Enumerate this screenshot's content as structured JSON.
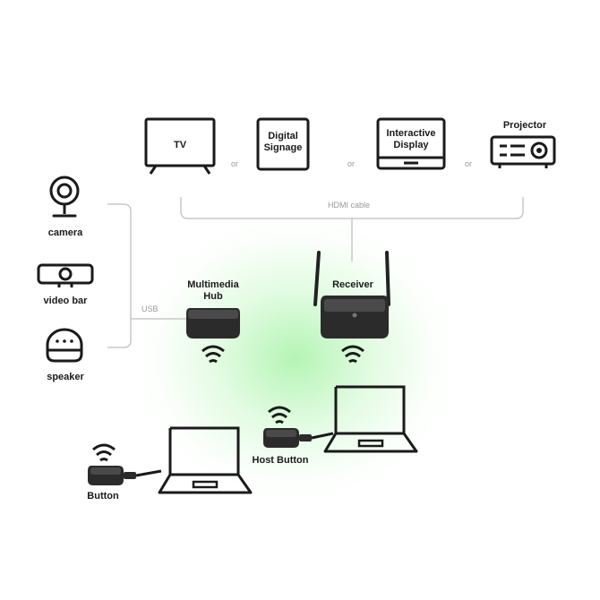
{
  "displays": [
    {
      "label": "TV",
      "icon": "tv-icon"
    },
    {
      "label": "Digital Signage",
      "icon": "digital-signage-icon"
    },
    {
      "label": "Interactive Display",
      "icon": "interactive-display-icon"
    },
    {
      "label": "Projector",
      "icon": "projector-icon"
    }
  ],
  "or_label": "or",
  "hdmi_label": "HDMI cable",
  "usb_label": "USB",
  "peripherals": [
    {
      "label": "camera",
      "icon": "camera-icon"
    },
    {
      "label": "video bar",
      "icon": "video-bar-icon"
    },
    {
      "label": "speaker",
      "icon": "speaker-icon"
    }
  ],
  "devices": {
    "hub_label_line1": "Multimedia",
    "hub_label_line2": "Hub",
    "receiver_label": "Receiver",
    "host_button_label": "Host Button",
    "button_label": "Button"
  },
  "colors": {
    "line_gray": "#c8c8c8",
    "icon_dark": "#1a1a1a",
    "glow_green": "#8fe88f",
    "device_dark": "#2b2b2b"
  }
}
